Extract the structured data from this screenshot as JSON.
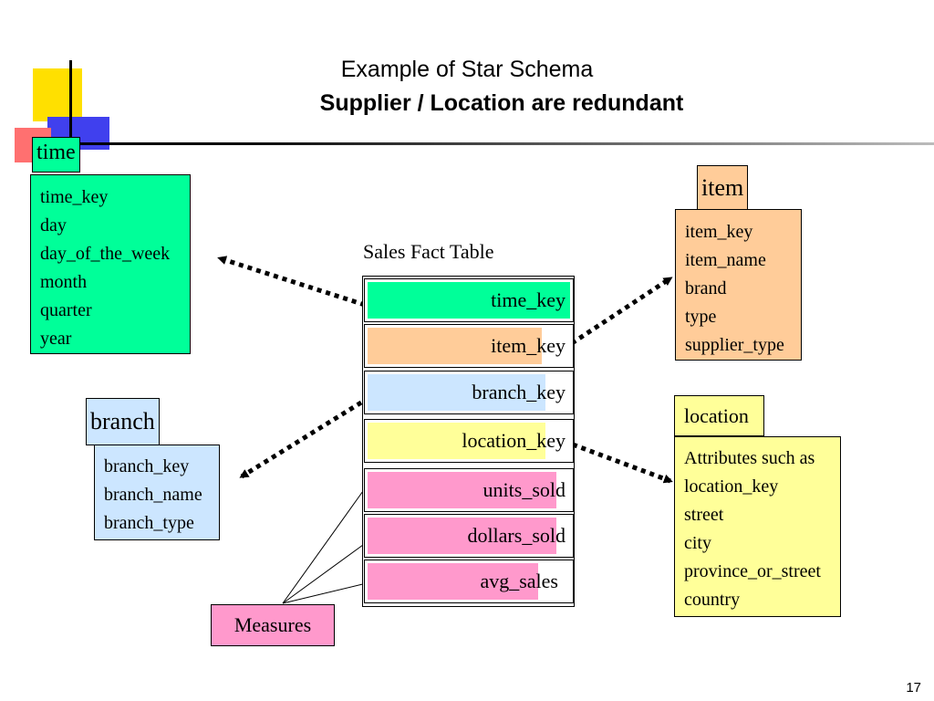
{
  "slide": {
    "title": "Example of Star Schema",
    "subtitle": "Supplier / Location are redundant",
    "page_number": "17"
  },
  "fact_table": {
    "title": "Sales Fact Table",
    "rows": [
      {
        "label": "time_key",
        "color": "#00ff99"
      },
      {
        "label": "item_key",
        "color": "#ffcc99"
      },
      {
        "label": "branch_key",
        "color": "#cce6ff"
      },
      {
        "label": "location_key",
        "color": "#ffff99"
      },
      {
        "label": "units_sold",
        "color": "#ff99cc"
      },
      {
        "label": "dollars_sold",
        "color": "#ff99cc"
      },
      {
        "label": "avg_sales",
        "color": "#ff99cc"
      }
    ]
  },
  "dimensions": {
    "time": {
      "label": "time",
      "color": "#00ff99",
      "attributes": [
        "time_key",
        "day",
        "day_of_the_week",
        "month",
        "quarter",
        "year"
      ]
    },
    "item": {
      "label": "item",
      "color": "#ffcc99",
      "attributes": [
        "item_key",
        "item_name",
        "brand",
        "type",
        "supplier_type"
      ]
    },
    "branch": {
      "label": "branch",
      "color": "#cce6ff",
      "attributes": [
        "branch_key",
        "branch_name",
        "branch_type"
      ]
    },
    "location": {
      "label": "location",
      "color": "#ffff99",
      "attributes": [
        "Attributes such as",
        "location_key",
        "street",
        "city",
        "province_or_street",
        "country"
      ]
    }
  },
  "measures": {
    "label": "Measures",
    "color": "#ff99cc"
  }
}
